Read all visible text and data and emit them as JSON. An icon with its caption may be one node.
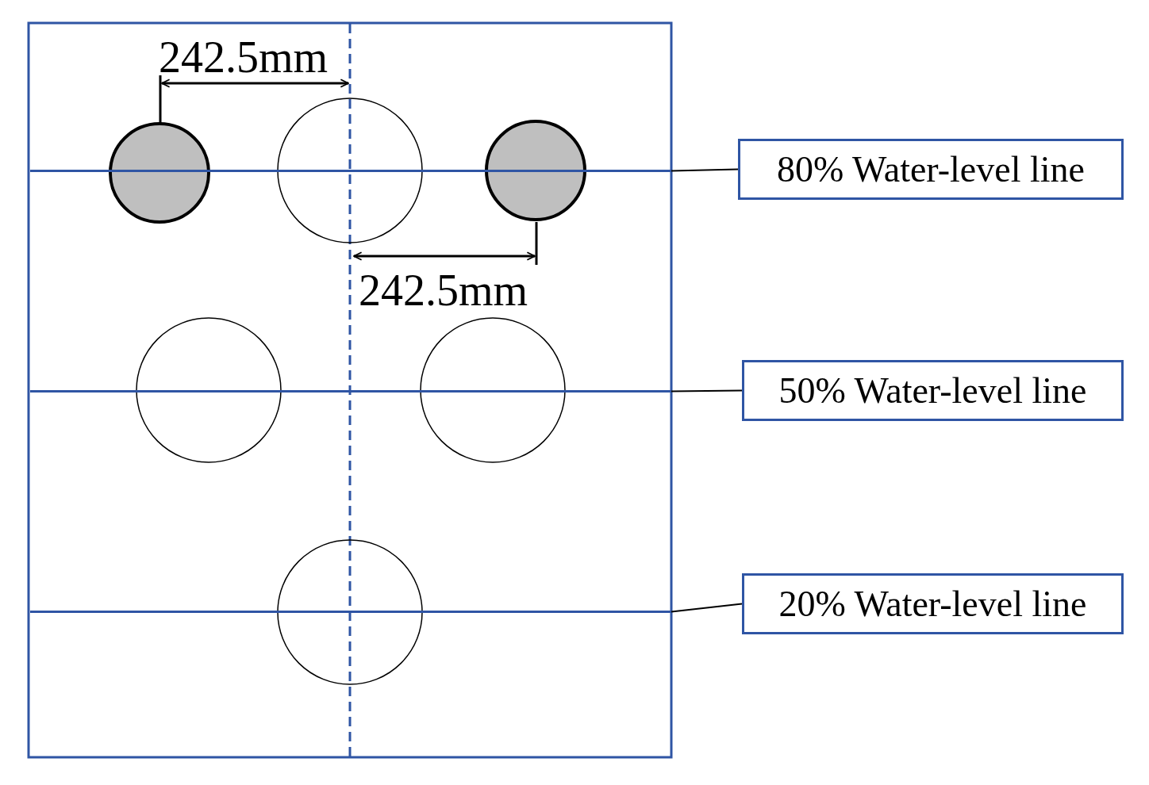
{
  "diagram": {
    "nodes": [
      {
        "text": [
          "80% Water-level line"
        ]
      },
      {
        "text": [],
        "shape": "line"
      },
      {
        "text": [
          "50% Water-level line"
        ]
      },
      {
        "text": [],
        "shape": "line"
      },
      {
        "text": [
          "20% Water-level line"
        ]
      },
      {
        "text": [],
        "shape": "line"
      }
    ],
    "edges": [
      {
        "from": 0,
        "to": 1,
        "arrow": "none"
      },
      {
        "from": 2,
        "to": 3,
        "arrow": "none"
      },
      {
        "from": 4,
        "to": 5,
        "arrow": "none"
      }
    ],
    "labels": [
      "242.5mm",
      "242.5mm"
    ]
  }
}
